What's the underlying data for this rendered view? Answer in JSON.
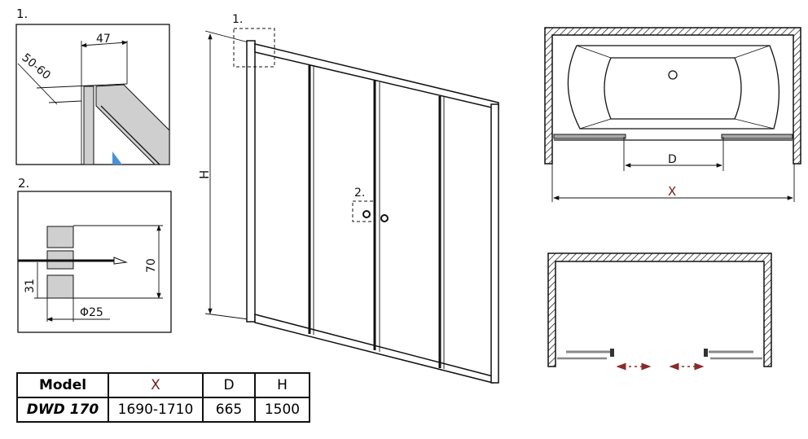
{
  "detail1": {
    "label": "1.",
    "dim_width": "47",
    "dim_angle": "50-60"
  },
  "detail2": {
    "label": "2.",
    "dim_height": "70",
    "dim_offset": "31",
    "dim_diameter": "Φ25"
  },
  "door": {
    "height_label": "H",
    "callout1": "1.",
    "callout2": "2."
  },
  "plan_top": {
    "d_label": "D",
    "x_label": "X"
  },
  "table": {
    "headers": [
      "Model",
      "X",
      "D",
      "H"
    ],
    "rows": [
      [
        "DWD 170",
        "1690-1710",
        "665",
        "1500"
      ]
    ]
  },
  "colors": {
    "accent": "#7a1a1a",
    "glass": "#4a90d9",
    "frame": "#cfcfcf"
  }
}
